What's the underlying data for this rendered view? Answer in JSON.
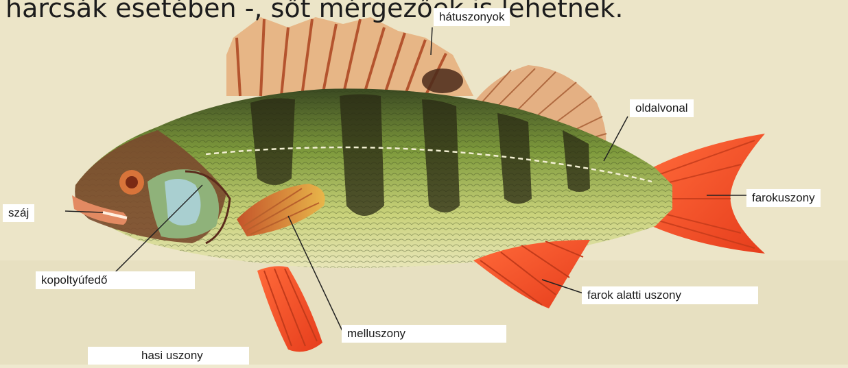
{
  "heading": "harcsák esetében -, sőt mérgezőek is lehetnek.",
  "labels": {
    "hatuszonyok": "hátuszonyok",
    "oldalvonal": "oldalvonal",
    "szaj": "száj",
    "farokuszony": "farokuszony",
    "kopoltyufedo": "kopoltyúfedő",
    "farok_alatti_uszony": "farok alatti uszony",
    "melluszony": "melluszony",
    "hasi_uszony": "hasi uszony"
  }
}
